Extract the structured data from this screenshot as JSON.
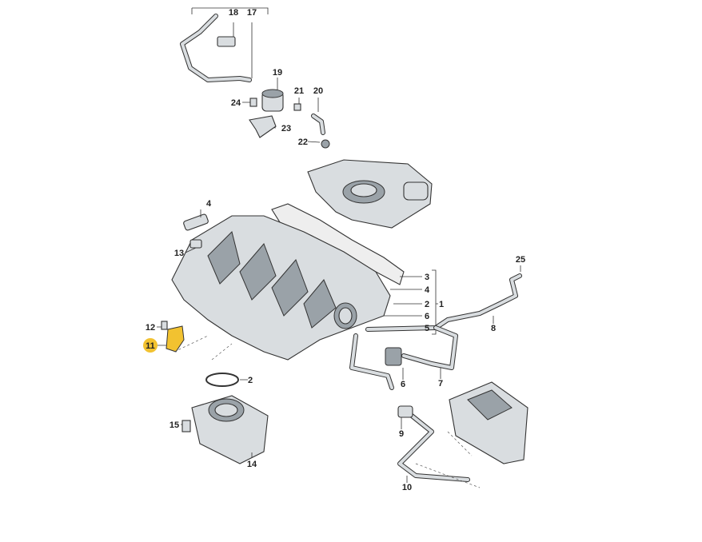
{
  "callouts": {
    "c18": "18",
    "c17": "17",
    "c19": "19",
    "c21": "21",
    "c20": "20",
    "c24": "24",
    "c23": "23",
    "c22": "22",
    "c4a": "4",
    "c13": "13",
    "c3": "3",
    "c4b": "4",
    "c2a": "2",
    "c1": "1",
    "c6a": "6",
    "c5": "5",
    "c25": "25",
    "c8": "8",
    "c12": "12",
    "c11": "11",
    "c2b": "2",
    "c6b": "6",
    "c7": "7",
    "c9": "9",
    "c15": "15",
    "c14": "14",
    "c10": "10"
  },
  "highlight_color": "#f2c230"
}
